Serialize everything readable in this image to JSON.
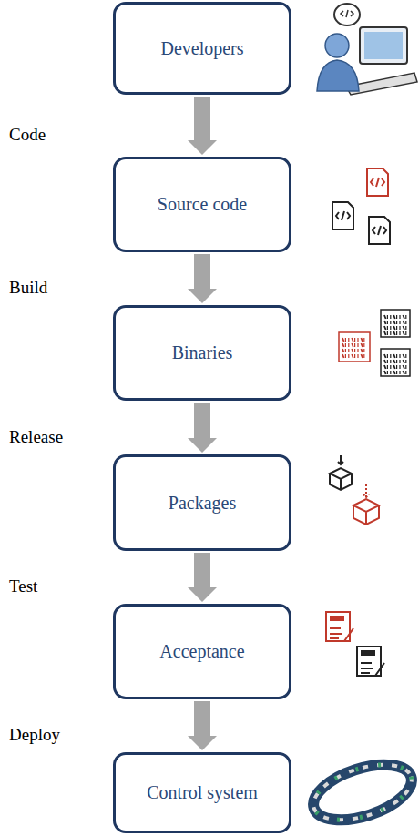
{
  "diagram": {
    "nodes": [
      {
        "text": [
          "Developers"
        ]
      },
      {
        "text": [
          "Source code"
        ]
      },
      {
        "text": [
          "Binaries"
        ]
      },
      {
        "text": [
          "Packages"
        ]
      },
      {
        "text": [
          "Acceptance"
        ]
      },
      {
        "text": [
          "Control system"
        ]
      }
    ],
    "edges": [
      {
        "from": 0,
        "to": 1,
        "label": "Code",
        "arrow": "to"
      },
      {
        "from": 1,
        "to": 2,
        "label": "Build",
        "arrow": "to"
      },
      {
        "from": 2,
        "to": 3,
        "label": "Release",
        "arrow": "to"
      },
      {
        "from": 3,
        "to": 4,
        "label": "Test",
        "arrow": "to"
      },
      {
        "from": 4,
        "to": 5,
        "label": "Deploy",
        "arrow": "to"
      }
    ]
  }
}
